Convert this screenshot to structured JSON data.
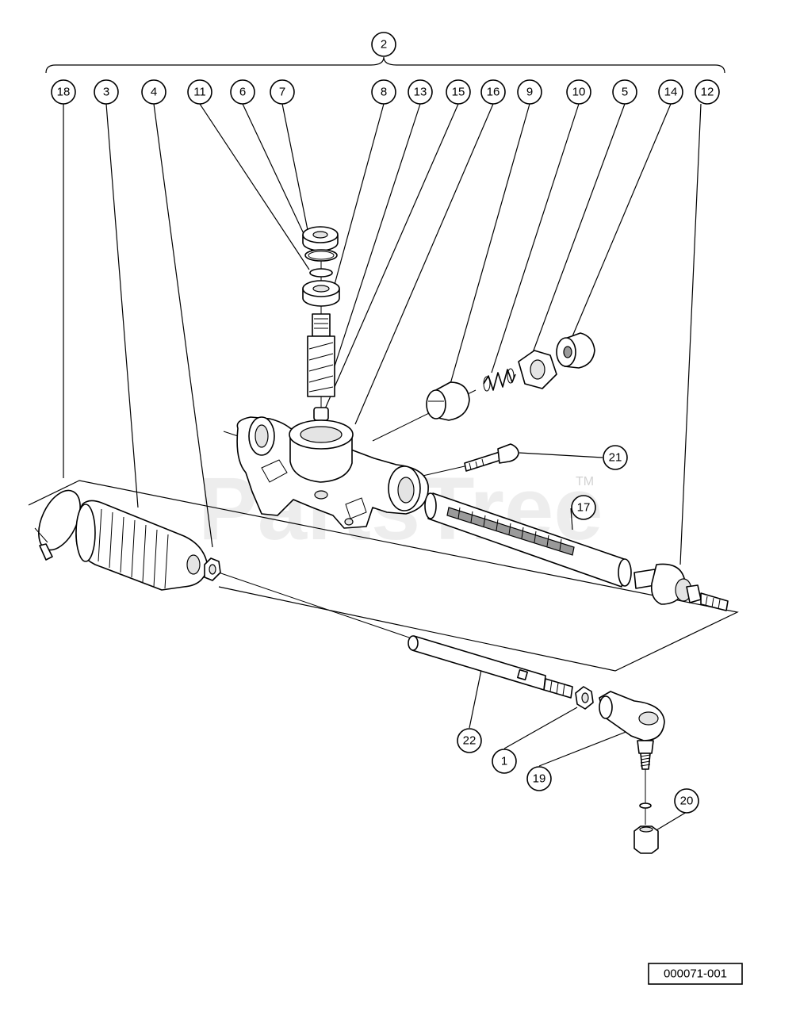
{
  "watermark": {
    "text": "PartsTree",
    "tm": "TM"
  },
  "diagram_code": "000071-001",
  "callouts": {
    "c2": "2",
    "c18": "18",
    "c3": "3",
    "c4": "4",
    "c11": "11",
    "c6": "6",
    "c7": "7",
    "c8": "8",
    "c13": "13",
    "c15": "15",
    "c16": "16",
    "c9": "9",
    "c10": "10",
    "c5": "5",
    "c14": "14",
    "c12": "12",
    "c21": "21",
    "c17": "17",
    "c22": "22",
    "c1": "1",
    "c19": "19",
    "c20": "20"
  }
}
